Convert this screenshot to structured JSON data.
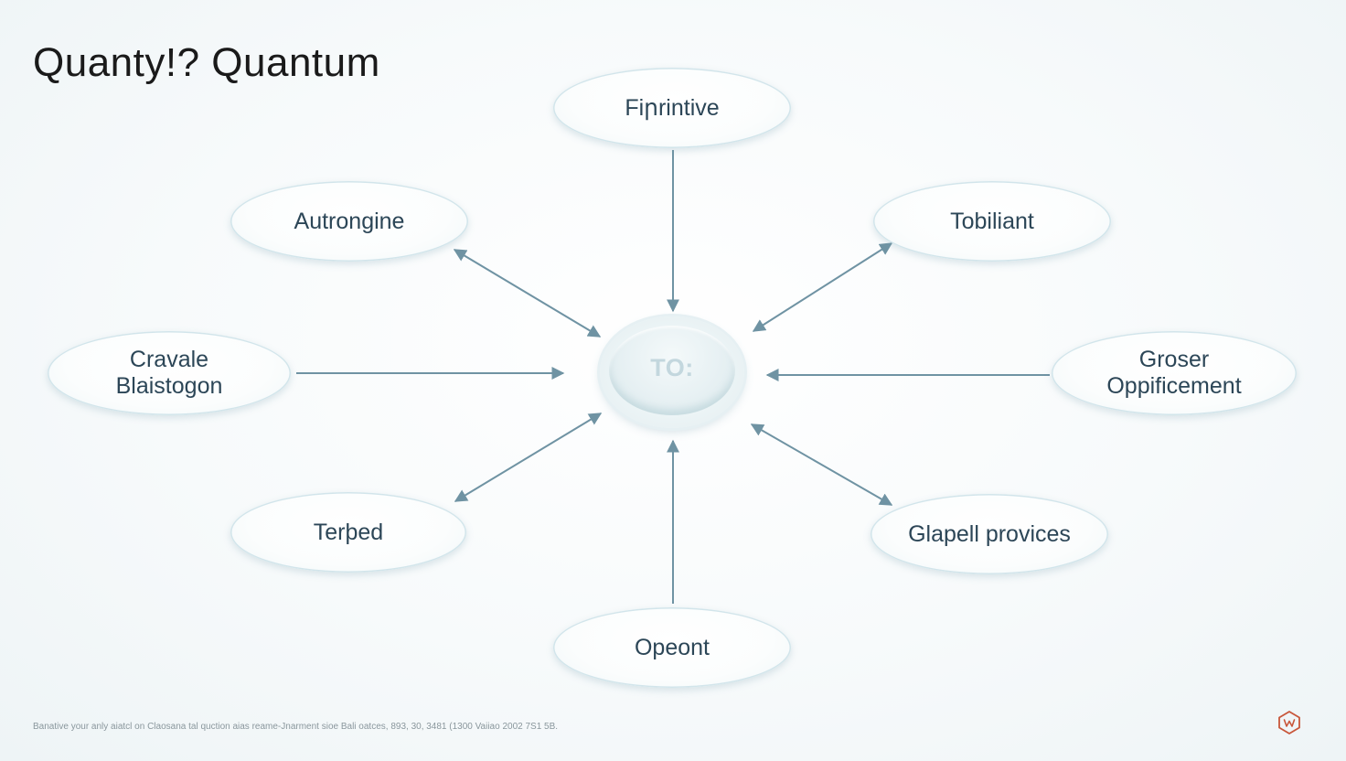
{
  "title": "Quanty!? Quantum",
  "hub": {
    "label": "TO:"
  },
  "nodes": {
    "top": "Fiրrintive",
    "upper_left": "Autrongine",
    "upper_right": "Tobiliant",
    "left": "Cravale\nBlaistogon",
    "right": "Groser\nOppificement",
    "lower_left": "Terþed",
    "lower_right": "Glapell provices",
    "bottom": "Opeont"
  },
  "footer": "Banative your anly aiatcl on Claosana tal quction aias reame-Jnarment sioe Bali oatces, 893, 30, 3481 (1300 Vaiiao 2002 7S1 5B.",
  "colors": {
    "background": "#f6f9fa",
    "node_text": "#2c4657",
    "arrow": "#6f93a3",
    "hub_text": "#c3d7de",
    "logo": "#c8563a"
  },
  "icons": {
    "logo": "brand-logo-icon"
  }
}
